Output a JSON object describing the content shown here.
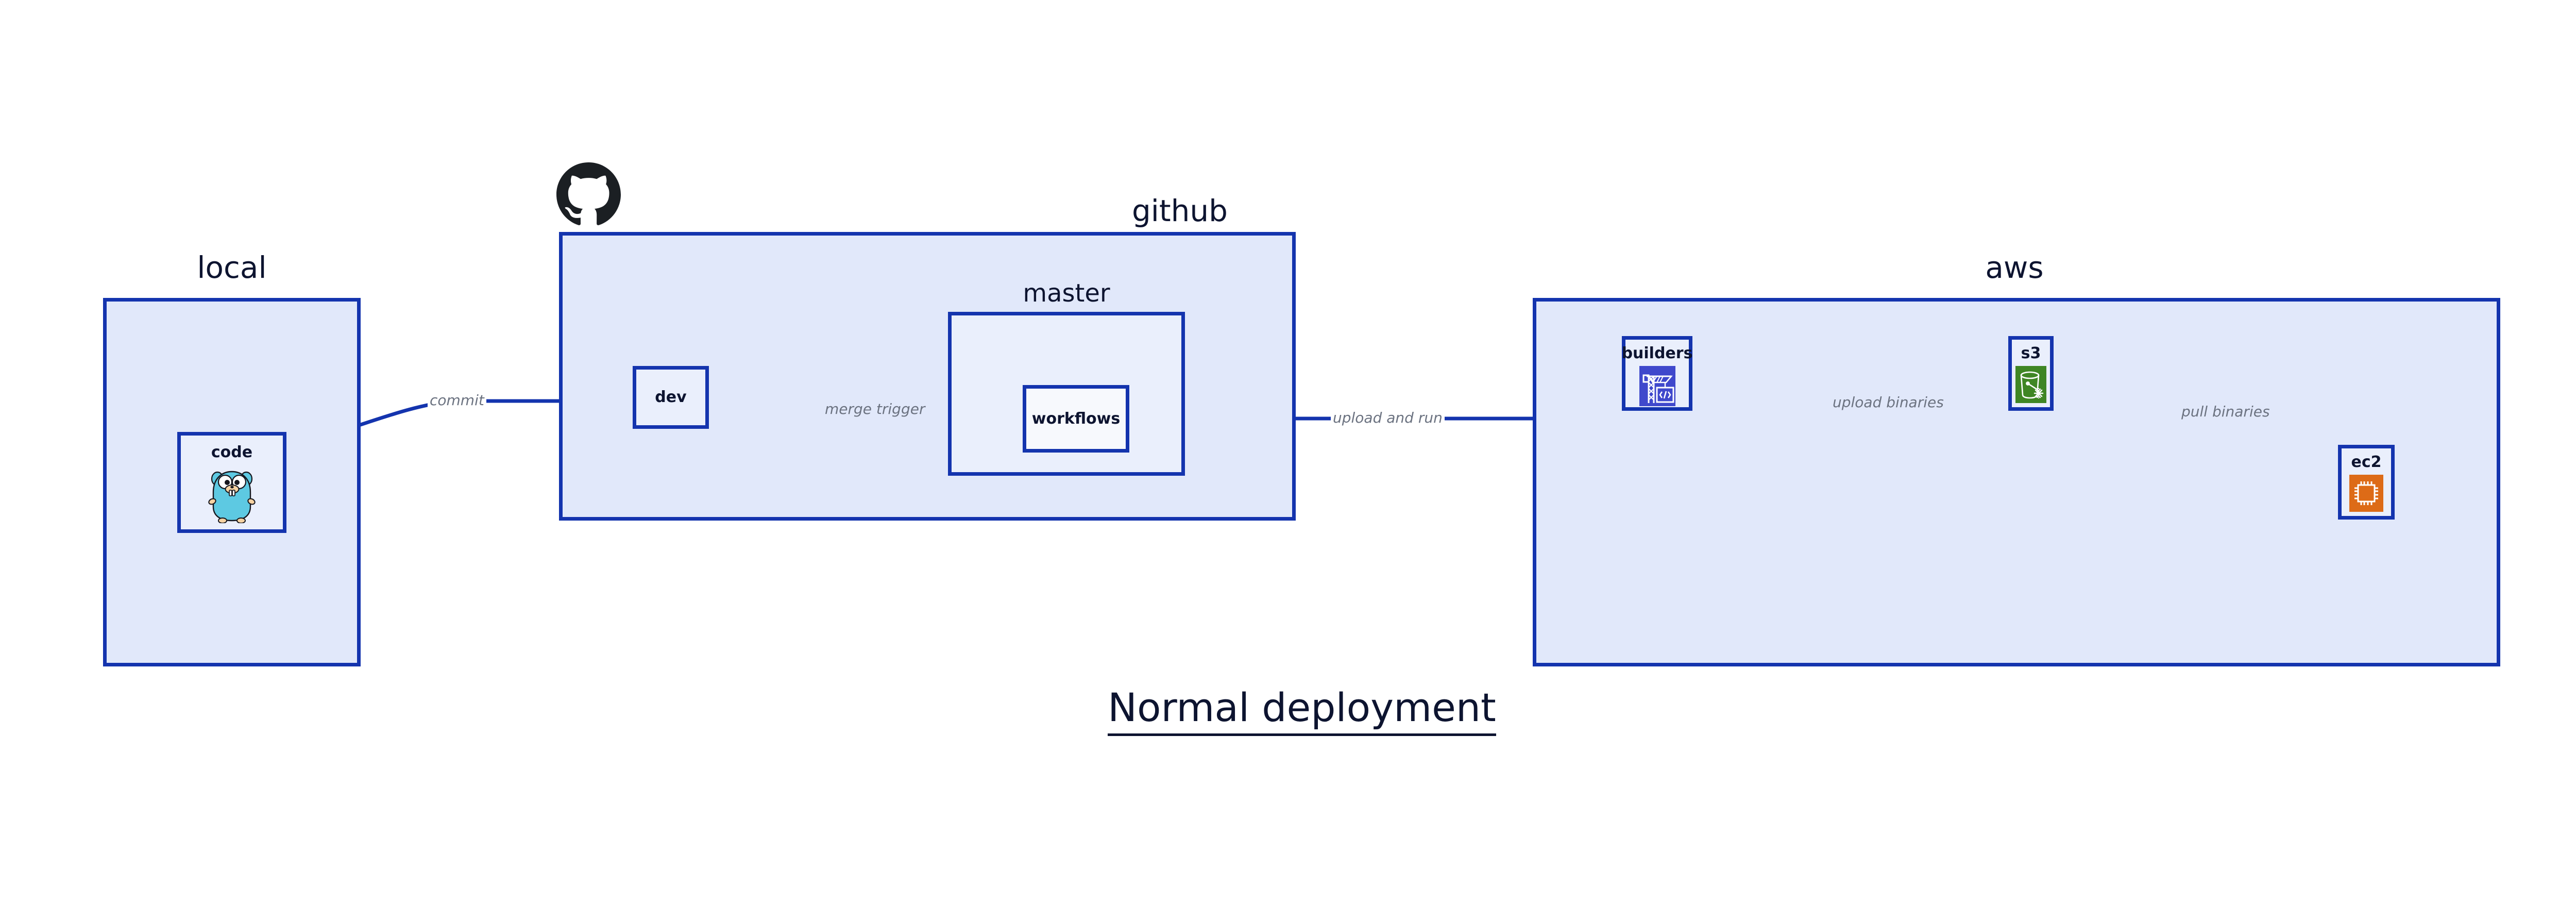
{
  "diagram": {
    "title": "Normal deployment",
    "type": "architecture-flow-diagram"
  },
  "colors": {
    "group_fill": "#e1e8fa",
    "subgroup_fill": "#eaeffc",
    "node_fill": "#eaeffc",
    "plain_node_fill": "#f7f9fd",
    "border": "#1434ae",
    "edge_stroke": "#1434ae",
    "edge_label_text": "#6b7280",
    "label_text": "#0d1430",
    "s3_icon": "#3f8624",
    "ec2_icon": "#dd6b17",
    "builders_icon": "#3f48cc",
    "gopher_body": "#5dc9e2",
    "gopher_limb": "#f6d2a2",
    "github_mark": "#1b1f23"
  },
  "groups": [
    {
      "id": "local",
      "label": "local",
      "nodes": [
        {
          "id": "code",
          "label": "code",
          "icon": "go-gopher-icon"
        }
      ]
    },
    {
      "id": "github",
      "label": "github",
      "brand_icon": "github-mark-icon",
      "nodes": [
        {
          "id": "dev",
          "label": "dev",
          "icon": null
        }
      ],
      "subgroups": [
        {
          "id": "master",
          "label": "master",
          "nodes": [
            {
              "id": "workflows",
              "label": "workflows",
              "icon": null
            }
          ]
        }
      ]
    },
    {
      "id": "aws",
      "label": "aws",
      "nodes": [
        {
          "id": "builders",
          "label": "builders",
          "icon": "crane-code-icon"
        },
        {
          "id": "s3",
          "label": "s3",
          "icon": "s3-bucket-icon"
        },
        {
          "id": "ec2",
          "label": "ec2",
          "icon": "cpu-chip-icon"
        }
      ]
    }
  ],
  "edges": [
    {
      "id": "commit",
      "from": "code",
      "to": "dev",
      "label": "commit"
    },
    {
      "id": "merge-trigger",
      "from": "dev",
      "to": "workflows",
      "label": "merge trigger"
    },
    {
      "id": "upload-and-run",
      "from": "workflows",
      "to": "builders",
      "label": "upload and run"
    },
    {
      "id": "upload-binaries",
      "from": "builders",
      "to": "s3",
      "label": "upload binaries"
    },
    {
      "id": "pull-binaries",
      "from": "s3",
      "to": "ec2",
      "label": "pull binaries"
    }
  ]
}
